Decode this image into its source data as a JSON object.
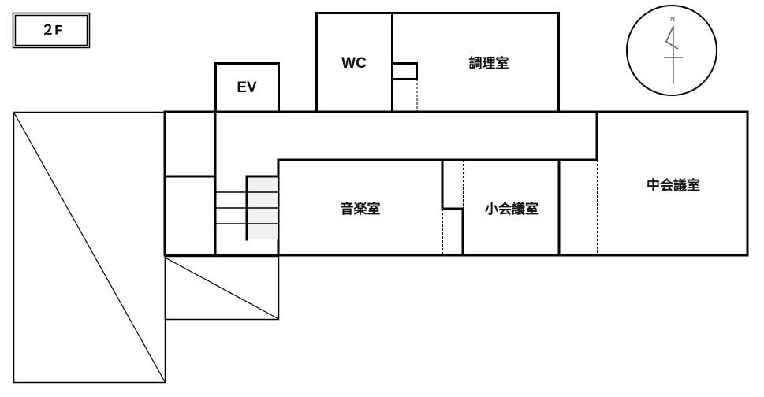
{
  "floor_label": "２F",
  "compass": {
    "north_label": "N"
  },
  "rooms": {
    "ev": "EV",
    "wc": "WC",
    "kitchen": "調理室",
    "music_room": "音楽室",
    "small_meeting_room": "小会議室",
    "medium_meeting_room": "中会議室"
  },
  "colors": {
    "wall": "#000000",
    "stair_fill": "#f0f0f0",
    "compass_line": "#666666"
  }
}
